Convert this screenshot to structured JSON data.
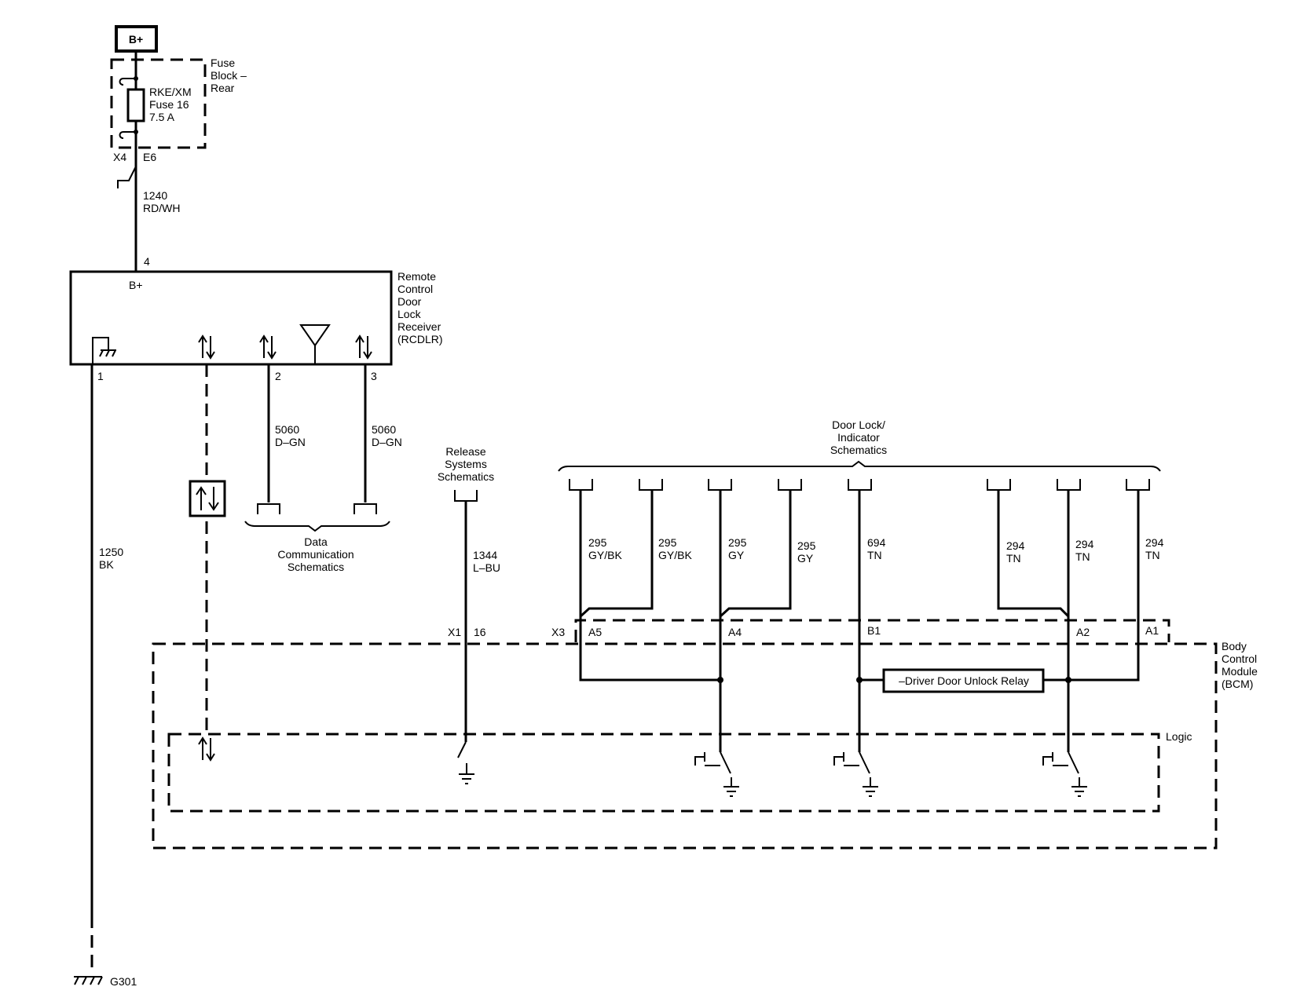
{
  "power": {
    "label": "B+"
  },
  "fuse_block": {
    "name_lines": [
      "Fuse",
      "Block –",
      "Rear"
    ]
  },
  "fuse": {
    "name_lines": [
      "RKE/XM",
      "Fuse 16",
      "7.5 A"
    ]
  },
  "fuse_connectors": {
    "left": "X4",
    "right": "E6"
  },
  "wire_1240": {
    "circuit": "1240",
    "color": "RD/WH"
  },
  "rcdlr": {
    "name_lines": [
      "Remote",
      "Control",
      "Door",
      "Lock",
      "Receiver",
      "(RCDLR)"
    ],
    "bplus": "B+",
    "pin_top": "4",
    "pin_ground": "1",
    "pin_data_a": "2",
    "pin_data_b": "3"
  },
  "wire_1250": {
    "circuit": "1250",
    "color": "BK"
  },
  "ground": {
    "label": "G301"
  },
  "wire_5060_a": {
    "circuit": "5060",
    "color": "D–GN"
  },
  "wire_5060_b": {
    "circuit": "5060",
    "color": "D–GN"
  },
  "data_comm": {
    "lines": [
      "Data",
      "Communication",
      "Schematics"
    ]
  },
  "release": {
    "lines": [
      "Release",
      "Systems",
      "Schematics"
    ]
  },
  "wire_1344": {
    "circuit": "1344",
    "color": "L–BU"
  },
  "conn_x1": {
    "connector": "X1",
    "pin": "16"
  },
  "door_lock": {
    "lines": [
      "Door Lock/",
      "Indicator",
      "Schematics"
    ]
  },
  "door_wires": [
    {
      "circuit": "295",
      "color": "GY/BK"
    },
    {
      "circuit": "295",
      "color": "GY/BK"
    },
    {
      "circuit": "295",
      "color": "GY"
    },
    {
      "circuit": "295",
      "color": "GY"
    },
    {
      "circuit": "694",
      "color": "TN"
    },
    {
      "circuit": "294",
      "color": "TN"
    },
    {
      "circuit": "294",
      "color": "TN"
    },
    {
      "circuit": "294",
      "color": "TN"
    }
  ],
  "conn_x3": {
    "connector": "X3",
    "pins": [
      "A5",
      "A4",
      "B1",
      "A2",
      "A1"
    ]
  },
  "relay": {
    "label": "–Driver Door Unlock Relay"
  },
  "bcm": {
    "name_lines": [
      "Body",
      "Control",
      "Module",
      "(BCM)"
    ],
    "logic": "Logic"
  }
}
